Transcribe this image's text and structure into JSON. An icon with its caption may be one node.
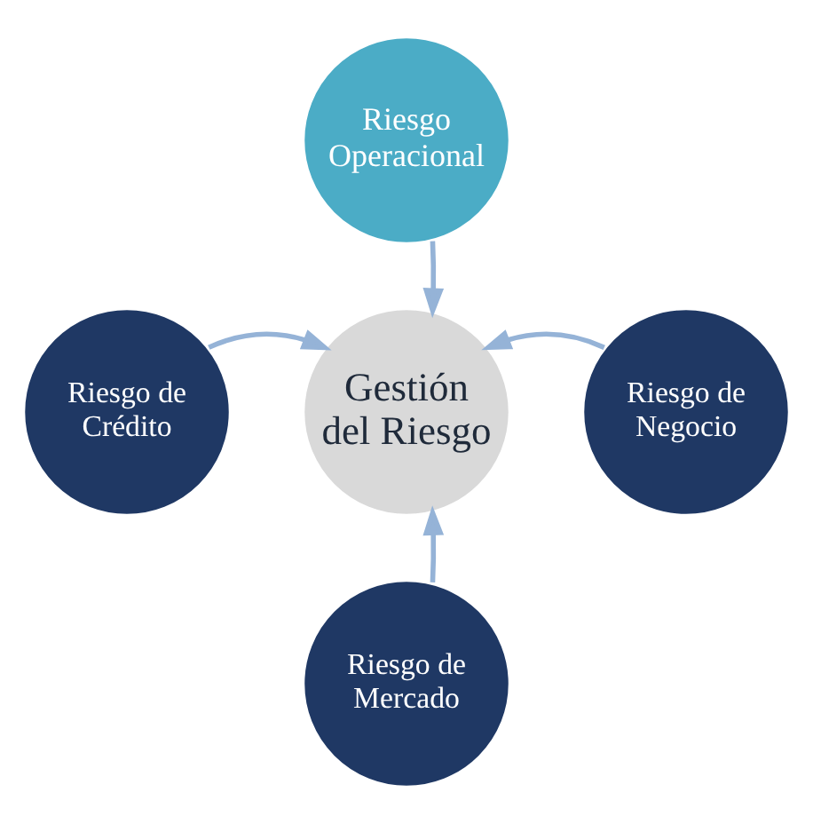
{
  "diagram": {
    "nodes": [
      {
        "text": [
          "Riesgo Operacional"
        ]
      },
      {
        "text": [
          "Riesgo de Crédito"
        ]
      },
      {
        "text": [
          "Gestión del Riesgo"
        ]
      },
      {
        "text": [
          "Riesgo de Negocio"
        ]
      },
      {
        "text": [
          "Riesgo de Mercado"
        ]
      }
    ],
    "edges": [
      {
        "from": 0,
        "to": 2,
        "arrow": "to"
      },
      {
        "from": 1,
        "to": 2,
        "arrow": "to"
      },
      {
        "from": 3,
        "to": 2,
        "arrow": "to"
      },
      {
        "from": 4,
        "to": 2,
        "arrow": "to"
      }
    ]
  }
}
